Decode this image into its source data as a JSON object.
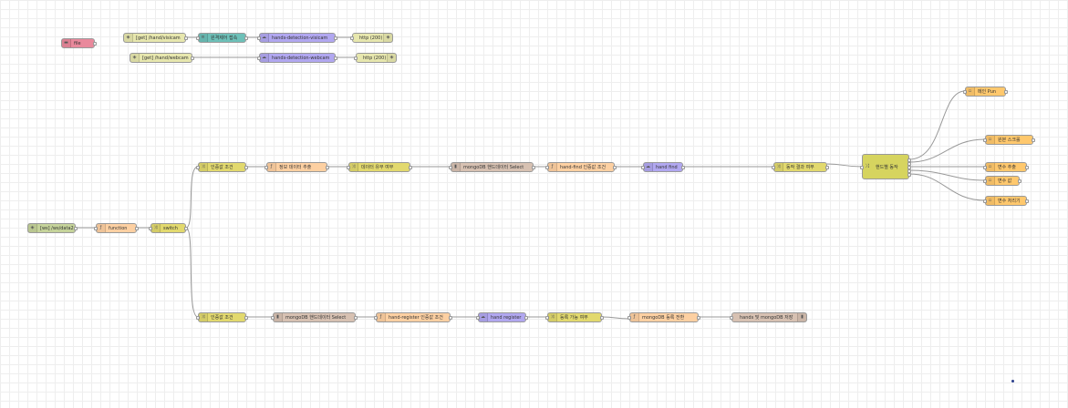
{
  "colors": {
    "http_in": "#e7e7ae",
    "http_out": "#e7e7ae",
    "link_in": "#dddddd",
    "template": "#d8bfd8",
    "function": "#fdd0a2",
    "switch": "#e2d96e",
    "mongodb": "#d7c1b2",
    "api_call": "#b1a7f0",
    "debug": "#87a980",
    "change": "#e2d96e",
    "ui": "#ffc86d",
    "inject": "#e9899c",
    "teal": "#6dc0b8",
    "wire": "#999999"
  },
  "nodes": {
    "file": {
      "label": "file",
      "icon": "file-icon"
    },
    "get_handvisicam": {
      "label": "[get] /hand/visicam",
      "icon": "globe-icon"
    },
    "template1": {
      "label": "원격제어 접속",
      "icon": "template-icon"
    },
    "api1": {
      "label": "hands-detection-visicam",
      "icon": "cloud-icon"
    },
    "http1": {
      "label": "http (200)",
      "icon": "globe-icon"
    },
    "get_handwebcam": {
      "label": "[get] /hand/webcam",
      "icon": "globe-icon"
    },
    "api2": {
      "label": "hands-detection-webcam",
      "icon": "cloud-icon"
    },
    "http2": {
      "label": "http (200)",
      "icon": "globe-icon"
    },
    "ws_in": {
      "label": "[ws] /ws/data2",
      "icon": "globe-icon"
    },
    "function": {
      "label": "function",
      "icon": "function-icon"
    },
    "switch": {
      "label": "switch",
      "icon": "switch-icon"
    },
    "top_switch": {
      "label": "인증값 조건",
      "icon": "switch-icon"
    },
    "top_fn1": {
      "label": "정보 데이터 추출",
      "icon": "function-icon"
    },
    "top_switch2": {
      "label": "데이터 유무 여부",
      "icon": "switch-icon"
    },
    "mongo_select1": {
      "label": "mongoDB 핸드데이터 Select",
      "icon": "database-icon"
    },
    "handfind_fn": {
      "label": "hand-find 인증값 조건",
      "icon": "function-icon"
    },
    "handfind_api": {
      "label": "hand find",
      "icon": "cloud-icon"
    },
    "result_switch": {
      "label": "동작 결과 여부",
      "icon": "switch-icon"
    },
    "control": {
      "label": "핸드별 동작",
      "icon": "switch-icon"
    },
    "out_ppt": {
      "label": "메인 Pun",
      "icon": "ui-icon"
    },
    "out2": {
      "label": "원본 스크롤",
      "icon": "ui-icon"
    },
    "out3": {
      "label": "변수 추출",
      "icon": "ui-icon"
    },
    "out4": {
      "label": "변수 값",
      "icon": "ui-icon"
    },
    "out5": {
      "label": "변수 처리기",
      "icon": "ui-icon"
    },
    "bot_switch": {
      "label": "인증값 조건",
      "icon": "switch-icon"
    },
    "mongo_select2": {
      "label": "mongoDB 핸드데이터 Select",
      "icon": "database-icon"
    },
    "handregister_fn": {
      "label": "hand-register 인증값 조건",
      "icon": "function-icon"
    },
    "handregister_api": {
      "label": "hand register",
      "icon": "cloud-icon"
    },
    "register_switch": {
      "label": "등록 가능 여부",
      "icon": "switch-icon"
    },
    "mongo_register": {
      "label": "mongoDB 등록 전환",
      "icon": "function-icon"
    },
    "hands_mongo": {
      "label": "hands 및 mongoDB 저장",
      "icon": "database-icon"
    }
  }
}
